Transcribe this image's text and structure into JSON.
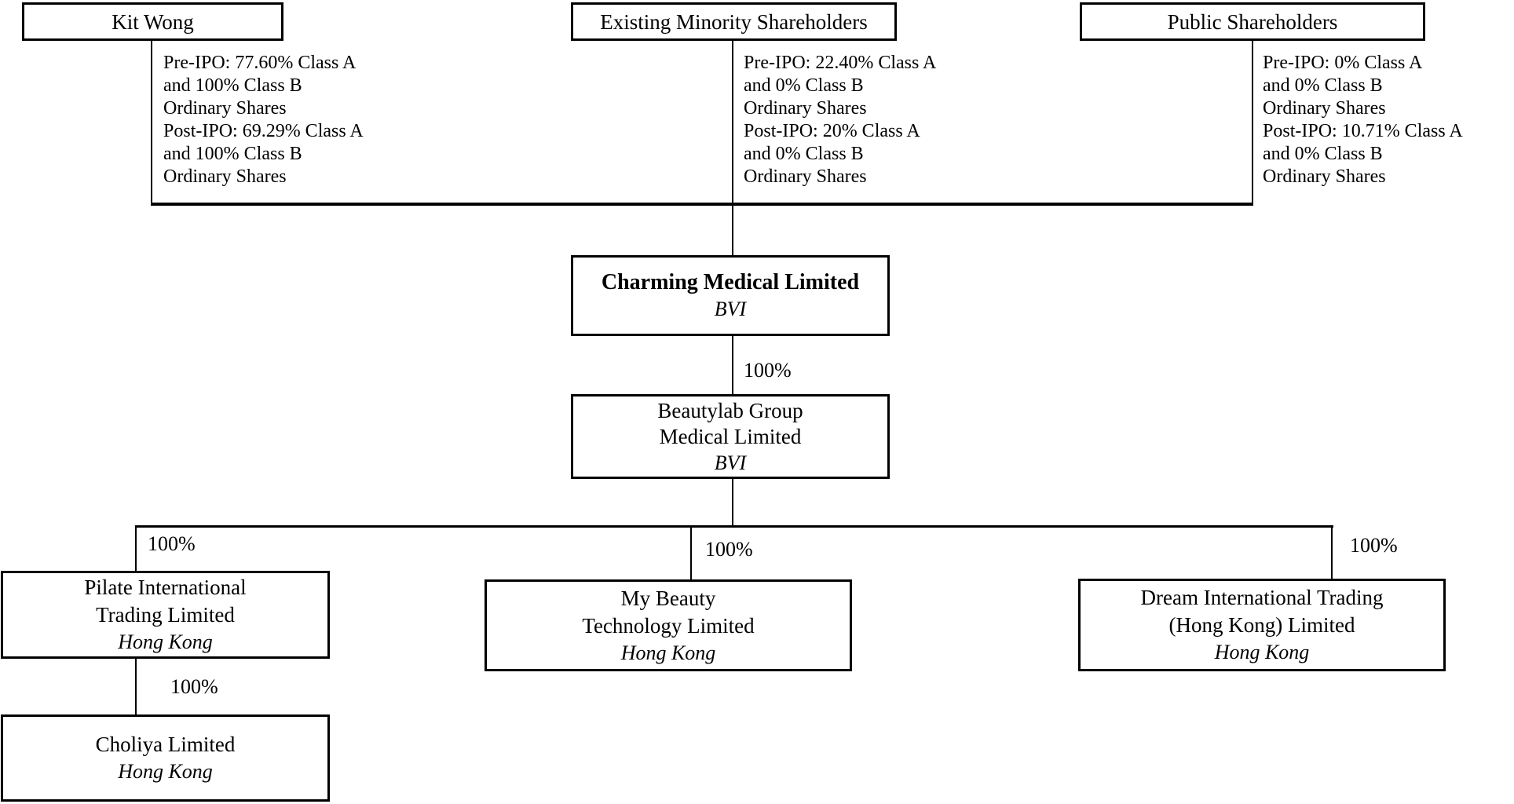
{
  "colors": {
    "background": "#ffffff",
    "line": "#000000",
    "text": "#000000"
  },
  "shareholders": [
    {
      "name": "Kit Wong",
      "note": "Pre-IPO: 77.60% Class A\nand 100% Class B\nOrdinary Shares\nPost-IPO: 69.29% Class A\nand 100% Class B\nOrdinary Shares"
    },
    {
      "name": "Existing Minority Shareholders",
      "note": "Pre-IPO: 22.40% Class A\nand 0% Class B\nOrdinary Shares\nPost-IPO: 20% Class A\nand 0% Class B\nOrdinary Shares"
    },
    {
      "name": "Public Shareholders",
      "note": "Pre-IPO: 0% Class A\nand 0% Class B\nOrdinary Shares\nPost-IPO: 10.71% Class A\nand 0% Class B\nOrdinary Shares"
    }
  ],
  "companies": [
    {
      "name": "Charming Medical Limited",
      "jurisdiction": "BVI"
    },
    {
      "name": "Beautylab Group\nMedical Limited",
      "jurisdiction": "BVI"
    },
    {
      "name": "Pilate International\nTrading Limited",
      "jurisdiction": "Hong Kong"
    },
    {
      "name": "My Beauty\nTechnology Limited",
      "jurisdiction": "Hong Kong"
    },
    {
      "name": "Dream International Trading\n(Hong Kong) Limited",
      "jurisdiction": "Hong Kong"
    },
    {
      "name": "Choliya Limited",
      "jurisdiction": "Hong Kong"
    }
  ],
  "edges": {
    "charming_to_beautylab": "100%",
    "beautylab_to_pilate": "100%",
    "beautylab_to_mybeauty": "100%",
    "beautylab_to_dream": "100%",
    "pilate_to_choliya": "100%"
  }
}
